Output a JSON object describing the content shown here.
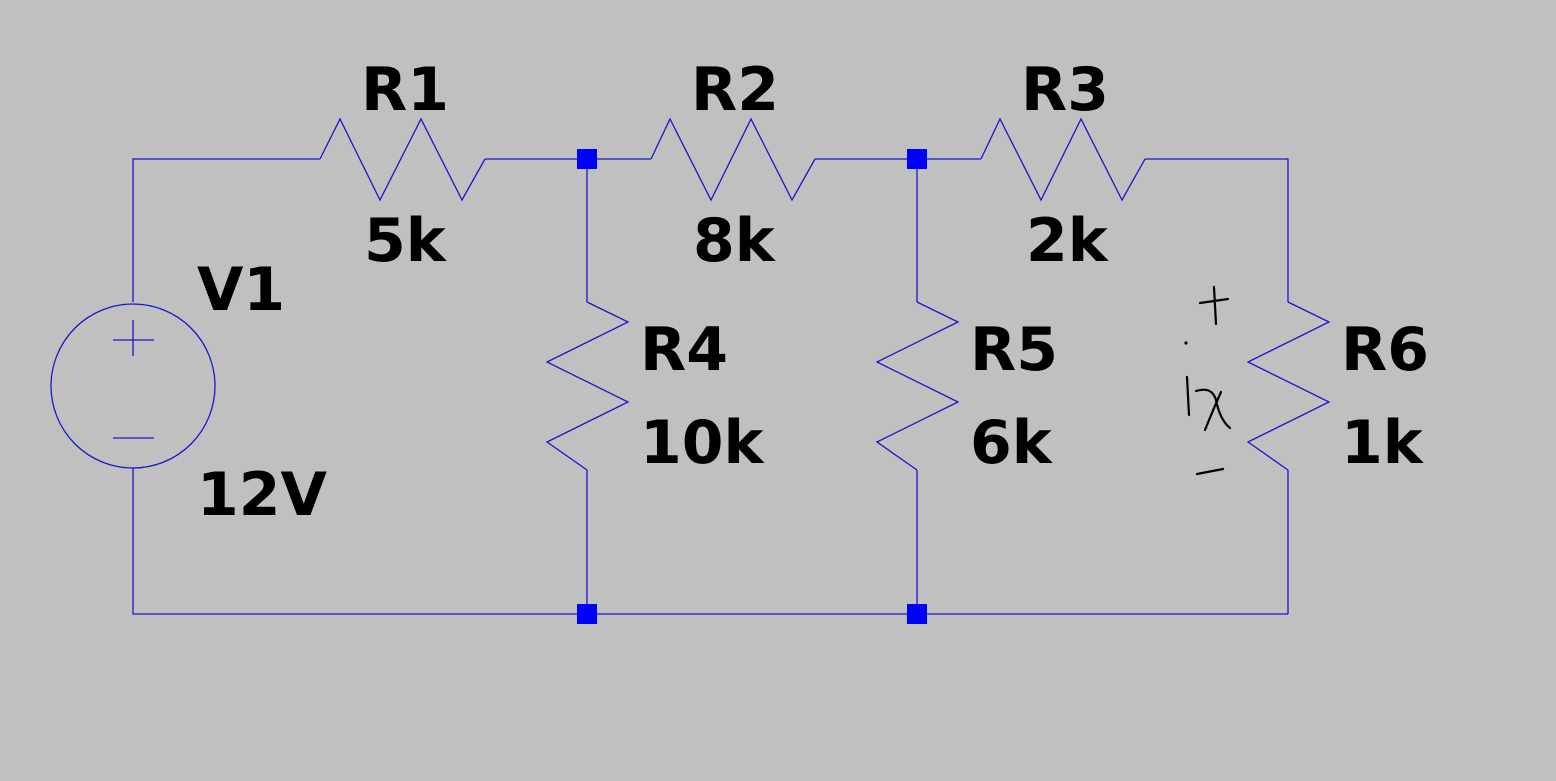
{
  "colors": {
    "background": "#c0c0c0",
    "wire": "#1818c8",
    "junction": "#0000ff",
    "text": "#000000"
  },
  "components": {
    "V1": {
      "name": "V1",
      "value": "12V",
      "type": "voltage-source"
    },
    "R1": {
      "name": "R1",
      "value": "5k",
      "type": "resistor"
    },
    "R2": {
      "name": "R2",
      "value": "8k",
      "type": "resistor"
    },
    "R3": {
      "name": "R3",
      "value": "2k",
      "type": "resistor"
    },
    "R4": {
      "name": "R4",
      "value": "10k",
      "type": "resistor"
    },
    "R5": {
      "name": "R5",
      "value": "6k",
      "type": "resistor"
    },
    "R6": {
      "name": "R6",
      "value": "1k",
      "type": "resistor"
    }
  },
  "annotations": {
    "ix": {
      "plus": "+",
      "label": "Ix",
      "minus": "−"
    }
  }
}
